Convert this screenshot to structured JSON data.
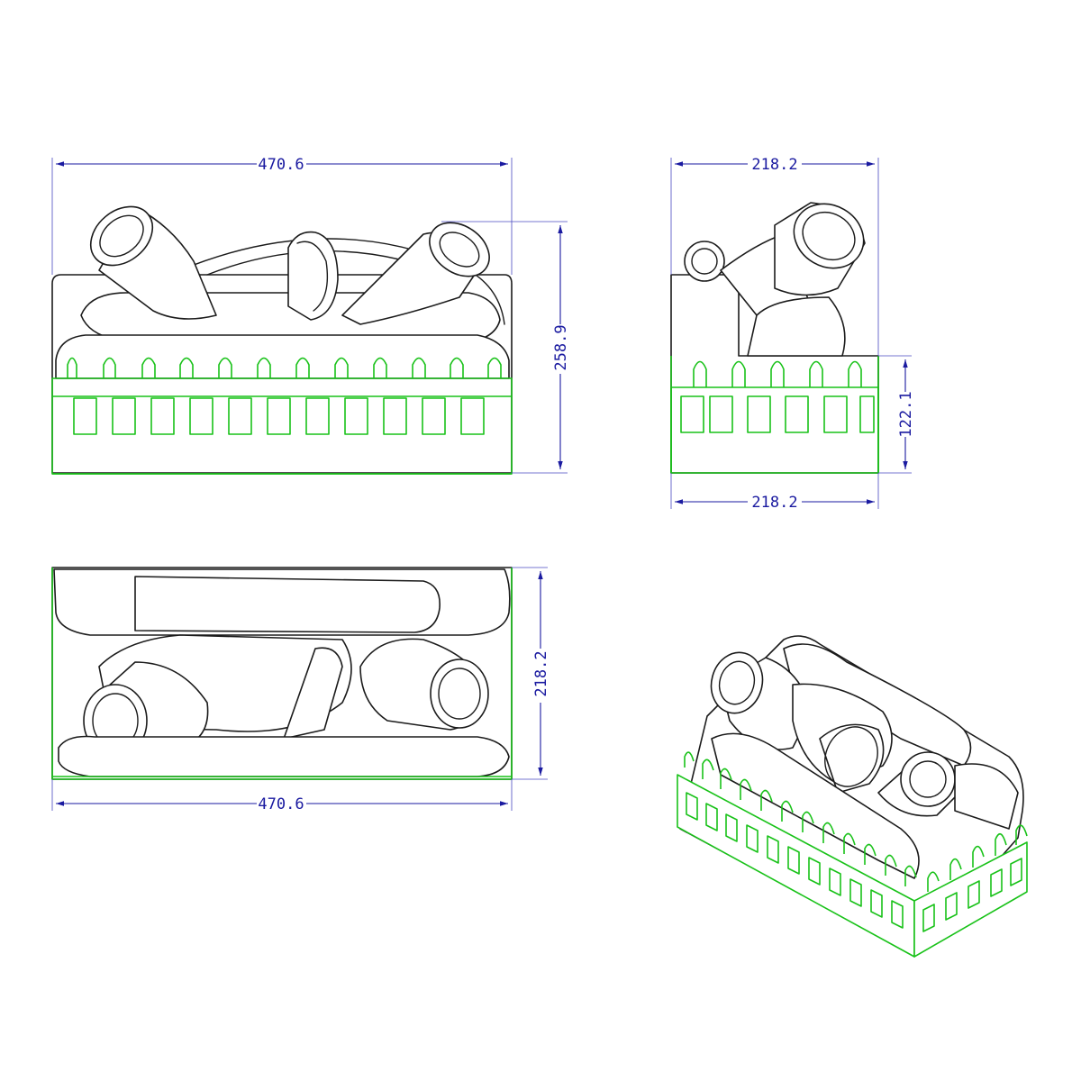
{
  "front_view": {
    "width_label": "470.6",
    "height_label": "258.9"
  },
  "side_view": {
    "top_width_label": "218.2",
    "bottom_width_label": "218.2",
    "fence_height_label": "122.1"
  },
  "top_view": {
    "depth_label": "218.2",
    "width_label": "470.6"
  },
  "colors": {
    "dimension": "#1a1aa0",
    "log_outline": "#1b1b1b",
    "fence": "#19c219"
  }
}
